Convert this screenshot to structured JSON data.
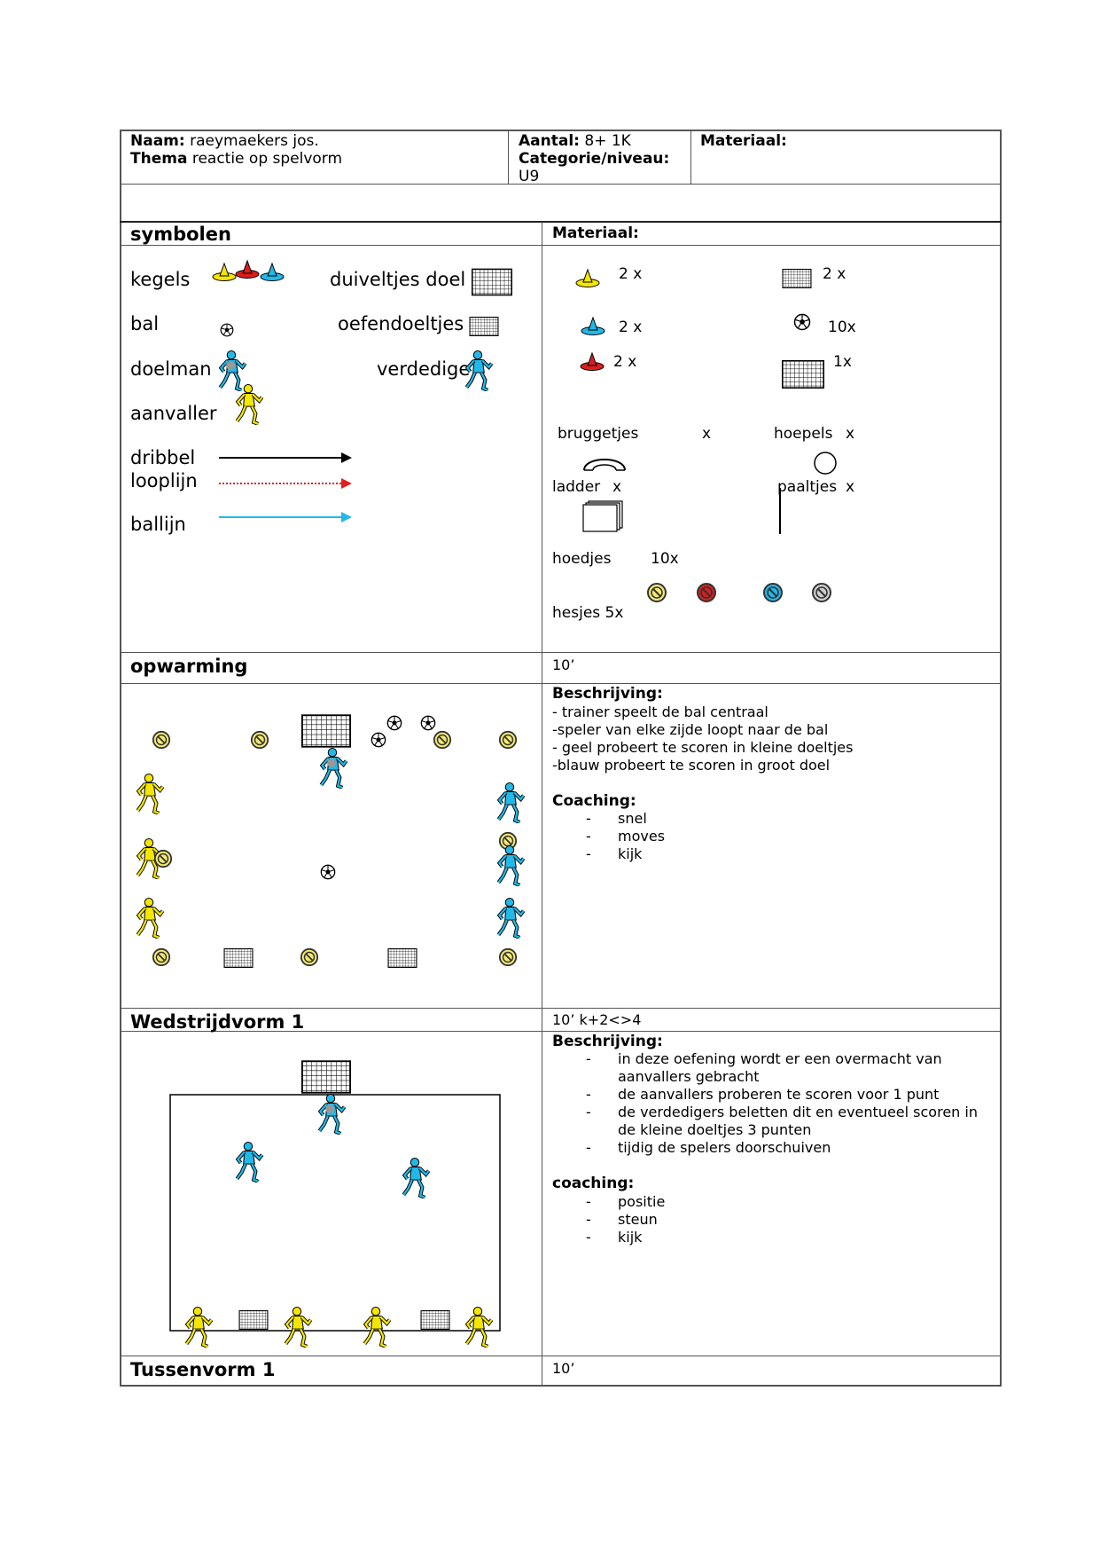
{
  "header": {
    "naam_label": "Naam:",
    "naam_value": "raeymaekers jos.",
    "thema_label": "Thema",
    "thema_value": "reactie op spelvorm",
    "aantal_label": "Aantal:",
    "aantal_value": "8+ 1K",
    "categorie_label": "Categorie/niveau:",
    "categorie_value": "U9",
    "materiaal_label": "Materiaal:"
  },
  "symbolen": {
    "title": "symbolen",
    "kegels": "kegels",
    "duiveltjes_doel": "duiveltjes doel",
    "bal": "bal",
    "oefendoeltjes": "oefendoeltjes",
    "doelman": "doelman",
    "verdediger": "verdedige",
    "aanvaller": "aanvaller",
    "dribbel": "dribbel",
    "looplijn": "looplijn",
    "ballijn": "ballijn"
  },
  "materiaal": {
    "title": "Materiaal:",
    "yellow_cone_count": "2 x",
    "goal_small_count": "2 x",
    "blue_cone_count": "2 x",
    "ball_count": "10x",
    "red_cone_count": "2 x",
    "goal_large_count": "1x",
    "bruggetjes": "bruggetjes",
    "bruggetjes_x": "x",
    "hoepels": "hoepels",
    "hoepels_x": "x",
    "ladder": "ladder",
    "ladder_x": "x",
    "paaltjes": "paaltjes",
    "paaltjes_x": "x",
    "hoedjes": "hoedjes",
    "hoedjes_count": "10x",
    "hesjes": "hesjes 5x"
  },
  "opwarming": {
    "title": "opwarming",
    "time": "10’",
    "beschrijving_label": "Beschrijving:",
    "beschrijving": [
      "- trainer speelt de bal centraal",
      "-speler van elke zijde loopt naar de bal",
      "- geel probeert te scoren in kleine doeltjes",
      "-blauw probeert te scoren in groot doel"
    ],
    "coaching_label": "Coaching:",
    "coaching": [
      "snel",
      "moves",
      "kijk"
    ]
  },
  "wedstrijdvorm": {
    "title": "Wedstrijdvorm 1",
    "time": "10’ k+2<>4",
    "beschrijving_label": "Beschrijving:",
    "beschrijving": [
      [
        "in deze oefening wordt er een overmacht van",
        "aanvallers gebracht"
      ],
      [
        "de aanvallers proberen te scoren voor 1 punt"
      ],
      [
        "de verdedigers beletten dit en eventueel scoren in",
        "de kleine doeltjes 3 punten"
      ],
      [
        "tijdig de spelers doorschuiven"
      ]
    ],
    "coaching_label": "coaching:",
    "coaching": [
      "positie",
      "steun",
      "kijk"
    ]
  },
  "tussenvorm": {
    "title": "Tussenvorm 1",
    "time": "10’"
  },
  "colors": {
    "yellow": "#f5e600",
    "red": "#d81e1e",
    "blue": "#22b8e8",
    "grey": "#888888",
    "border": "#555555"
  }
}
